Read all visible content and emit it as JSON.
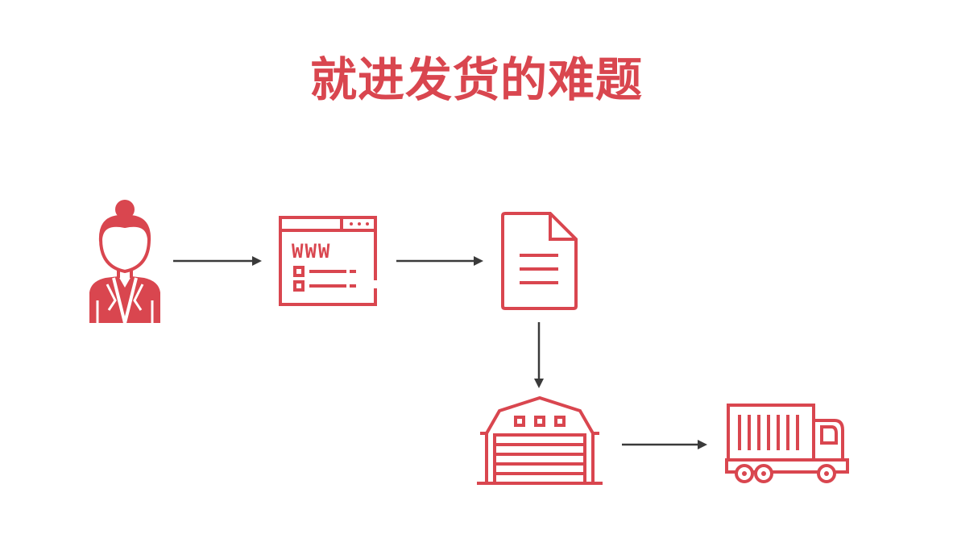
{
  "title": "就进发货的难题",
  "colors": {
    "accent": "#d9464f",
    "arrow": "#3a3a3a",
    "background": "#ffffff"
  },
  "diagram": {
    "nodes": [
      {
        "id": "customer",
        "icon": "woman-user-icon"
      },
      {
        "id": "website",
        "icon": "browser-www-icon",
        "text": "WWW"
      },
      {
        "id": "order",
        "icon": "document-icon"
      },
      {
        "id": "warehouse",
        "icon": "warehouse-icon"
      },
      {
        "id": "delivery",
        "icon": "truck-icon"
      }
    ],
    "edges": [
      {
        "from": "customer",
        "to": "website"
      },
      {
        "from": "website",
        "to": "order"
      },
      {
        "from": "order",
        "to": "warehouse"
      },
      {
        "from": "warehouse",
        "to": "delivery"
      }
    ]
  }
}
